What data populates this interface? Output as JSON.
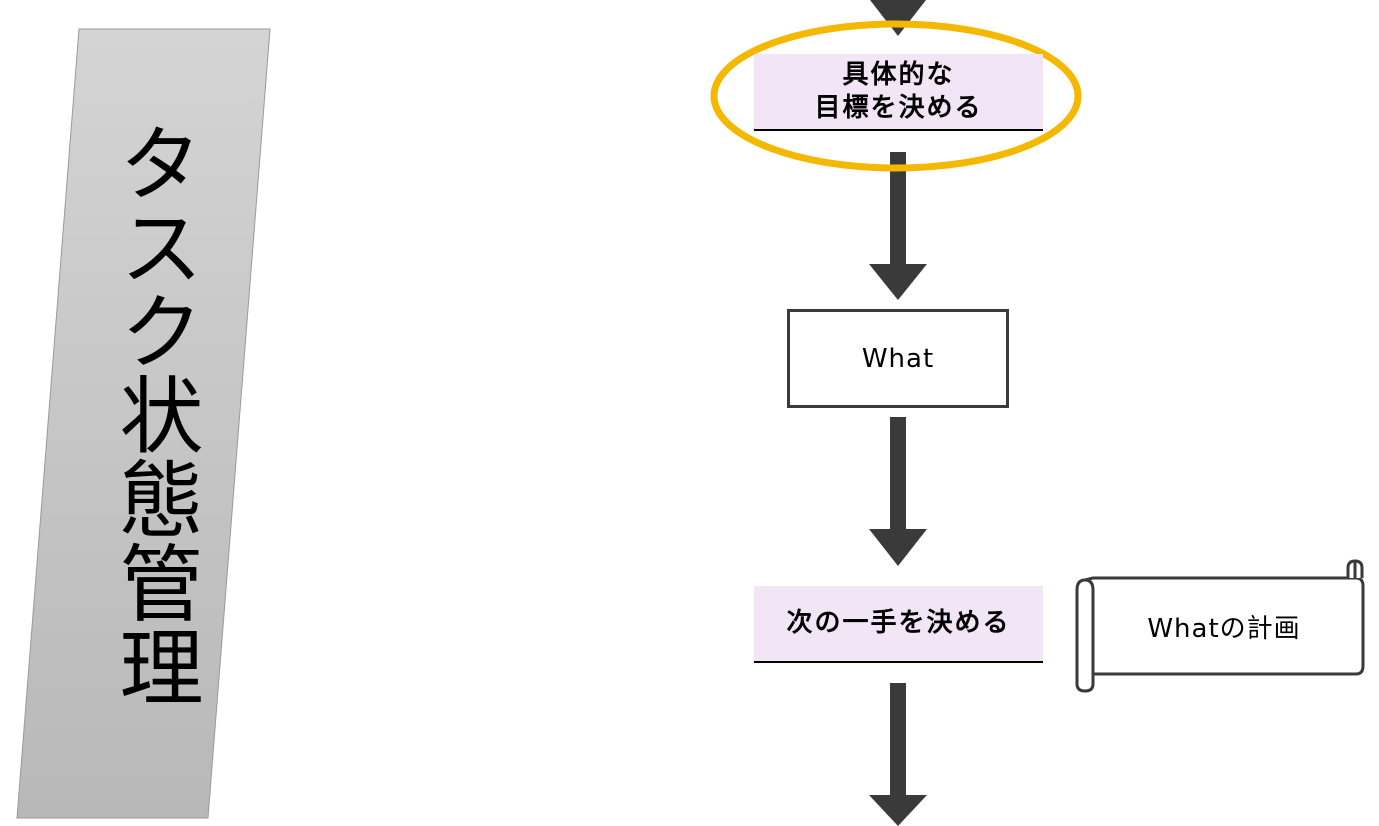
{
  "side_banner": {
    "label": "タスク状態管理"
  },
  "steps": {
    "specific_goal": "具体的な\n目標を決める",
    "what": "What",
    "next_move": "次の一手を決める"
  },
  "note": {
    "label": "Whatの計画"
  },
  "colors": {
    "highlight_ellipse": "#f5b800",
    "step_fill": "#f2e6f6",
    "arrow": "#3a3a3a",
    "banner_top": "#d4d4d4",
    "banner_bottom": "#b8b8b8"
  },
  "icons": {
    "connector": "down-arrow-icon",
    "note_shape": "scroll-icon"
  }
}
